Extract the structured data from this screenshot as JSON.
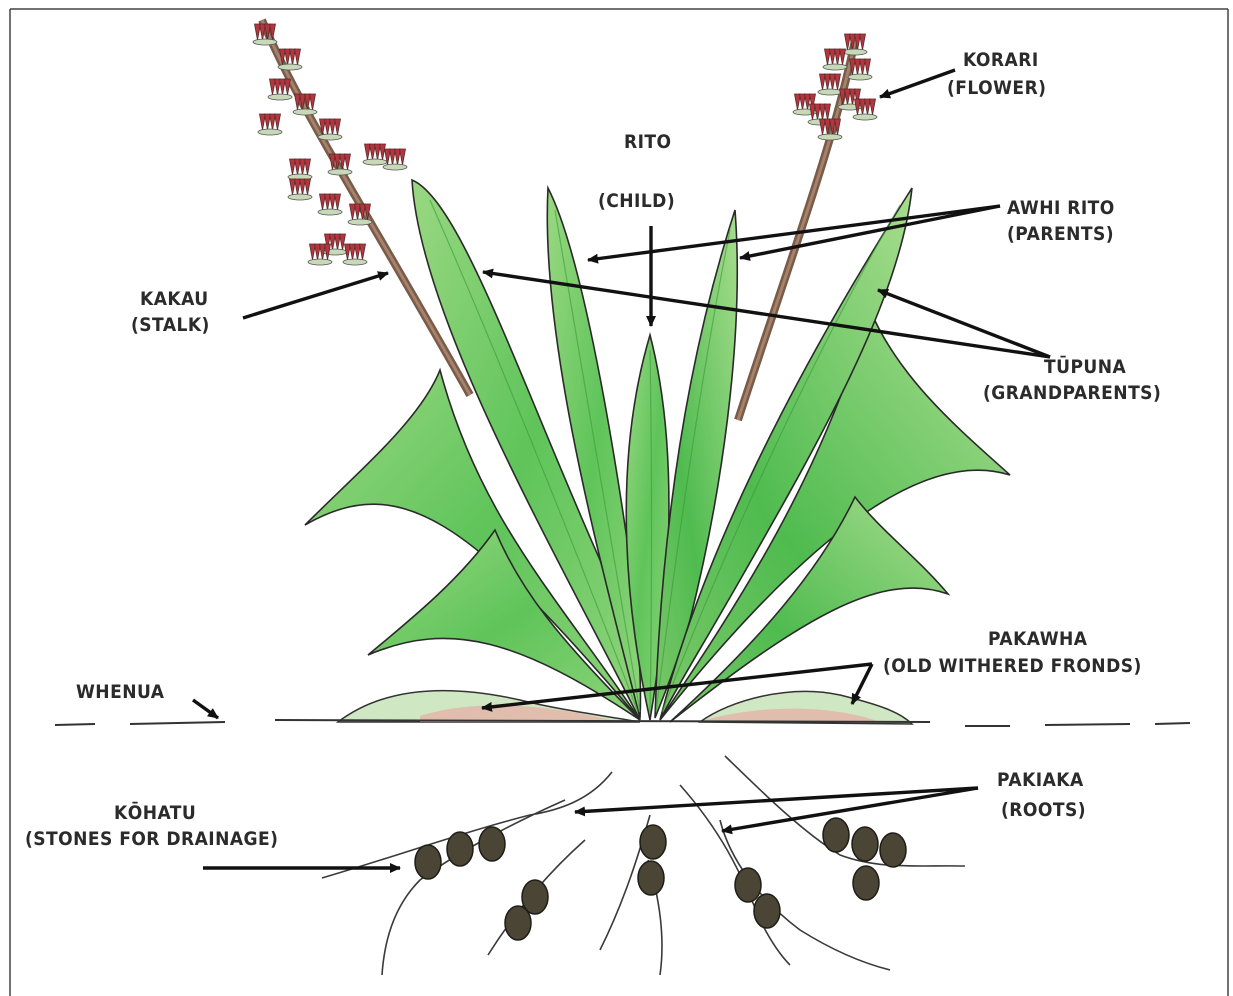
{
  "labels": {
    "rito": "RITO",
    "child": "(CHILD)",
    "korari": "KORARI",
    "flower": "(FLOWER)",
    "awhi_rito": "AWHI  RITO",
    "parents": "(PARENTS)",
    "kakau": "KAKAU",
    "stalk": "(STALK)",
    "tupuna": "TŪPUNA",
    "grandparents": "(GRANDPARENTS)",
    "pakawha": "PAKAWHA",
    "old_withered_fronds": "(OLD WITHERED FRONDS)",
    "whenua": "WHENUA",
    "pakiaka": "PAKIAKA",
    "roots": "(ROOTS)",
    "kohatu": "KŌHATU",
    "stones_for_drainage": "(STONES FOR DRAINAGE)"
  },
  "colors": {
    "leaf_fill": "#7fcf6a",
    "leaf_dark": "#3fae3e",
    "leaf_outline": "#2a2a2a",
    "flower": "#b5353e",
    "stalk": "#8a6a55",
    "soil_pink": "#d9a39a",
    "stone": "#4a4535",
    "arrow": "#111111"
  }
}
